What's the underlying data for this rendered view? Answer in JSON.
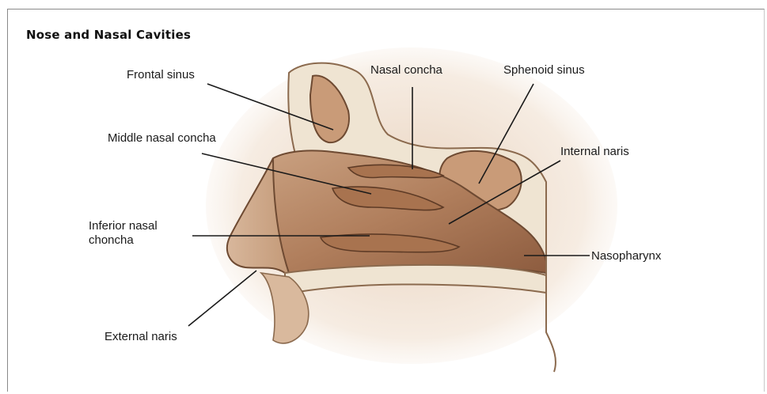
{
  "title": "Nose and Nasal Cavities",
  "labels": {
    "frontal_sinus": "Frontal sinus",
    "nasal_concha": "Nasal concha",
    "sphenoid_sinus": "Sphenoid sinus",
    "middle_nasal_concha": "Middle nasal concha",
    "internal_naris": "Internal naris",
    "inferior_nasal_concha_line1": "Inferior nasal",
    "inferior_nasal_concha_line2": "choncha",
    "nasopharynx": "Nasopharynx",
    "external_naris": "External naris"
  },
  "colors": {
    "tissue": "#b58564",
    "tissue_dark": "#7a4a30",
    "bone": "#efe4d2"
  }
}
